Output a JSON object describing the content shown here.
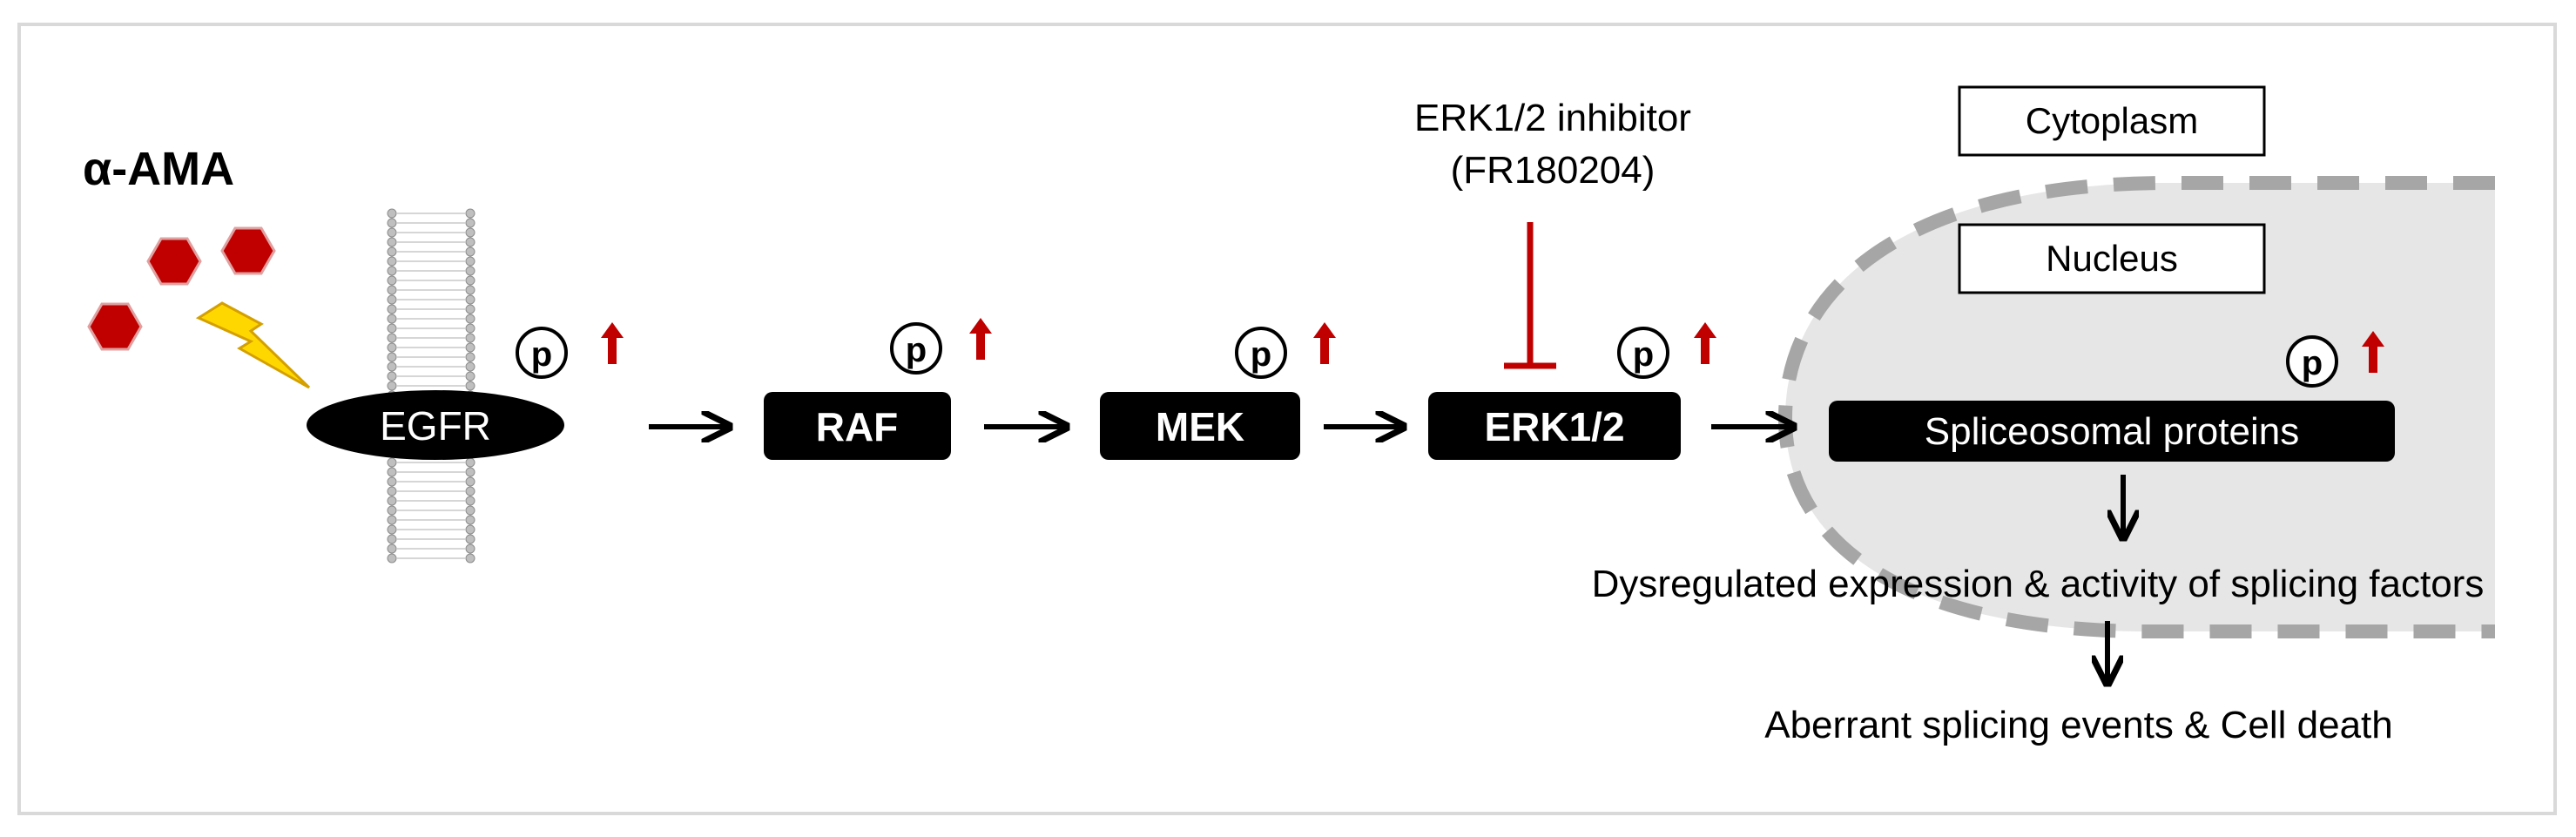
{
  "agent": {
    "label": "α-AMA",
    "molecule_icon": "red-hexagon-icon",
    "activation_icon": "lightning-bolt-icon"
  },
  "pathway": {
    "receptor": "EGFR",
    "kinases": [
      "RAF",
      "MEK",
      "ERK1/2"
    ],
    "target": "Spliceosomal proteins",
    "phospho_label": "p",
    "upregulation_icon": "red-up-arrow-icon"
  },
  "inhibitor": {
    "line1": "ERK1/2 inhibitor",
    "line2": "(FR180204)"
  },
  "compartments": {
    "cytoplasm": "Cytoplasm",
    "nucleus": "Nucleus"
  },
  "outcomes": [
    "Dysregulated expression & activity of splicing factors",
    "Aberrant splicing events & Cell death"
  ],
  "colors": {
    "node_fill": "#000000",
    "node_text": "#ffffff",
    "upregulation_arrow": "#c00000",
    "molecule": "#c00000",
    "inhibitor_line": "#c00000",
    "lightning": "#ffd700",
    "nucleus_fill": "#e6e6e6",
    "nucleus_border": "#a6a6a6",
    "frame": "#d9d9d9"
  }
}
